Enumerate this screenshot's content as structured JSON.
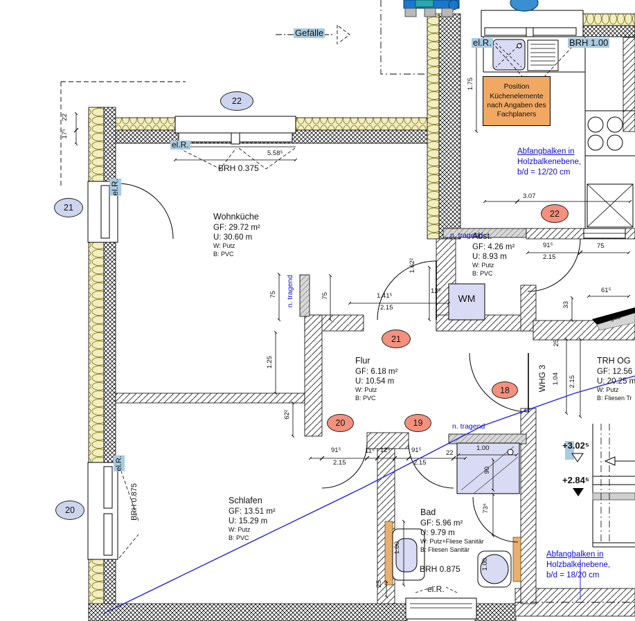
{
  "rooms": {
    "wohnkueche": {
      "name": "Wohnküche",
      "gf": "GF: 29.72 m²",
      "u": "U: 30.60 m",
      "w": "W: Putz",
      "b": "B: PVC"
    },
    "abst": {
      "name": "Abst.",
      "gf": "GF: 4.26 m²",
      "u": "U: 8.93 m",
      "w": "W: Putz",
      "b": "B: PVC"
    },
    "flur": {
      "name": "Flur",
      "gf": "GF: 6.18 m²",
      "u": "U: 10.54 m",
      "w": "W: Putz",
      "b": "B: PVC"
    },
    "schlafen": {
      "name": "Schlafen",
      "gf": "GF: 13.51 m²",
      "u": "U: 15.29 m",
      "w": "W: Putz",
      "b": "B: PVC"
    },
    "bad": {
      "name": "Bad",
      "gf": "GF: 5.96 m²",
      "u": "U: 9.79 m",
      "w": "W: Putz+Fliese Sanitär",
      "b": "B: Fliesen Sanitär"
    },
    "trh": {
      "name": "TRH OG",
      "gf": "GF: 12.56",
      "u": "U: 20.25 m",
      "w": "W: Putz",
      "b": "B: Fliesen Tr"
    }
  },
  "labels": {
    "gefaelle": "Gefälle",
    "el_r": "el.R.",
    "brh_100": "BRH 1.00",
    "brh_0375": "BRH 0.375",
    "brh_0875": "BRH 0.875",
    "n_tragend": "n. tragend",
    "wm": "WM",
    "whg3": "WHG 3",
    "steigung": "Steiges",
    "level_upper": "+3.02⁵",
    "level_lower": "+2.84⁵"
  },
  "markers": {
    "blue_top_window": "22",
    "blue_left_upper": "21",
    "blue_left_lower": "20",
    "red_kitchen": "22",
    "red_flur": "21",
    "red_entry": "18",
    "red_schlafen": "20",
    "red_bad": "19"
  },
  "notes": {
    "kitchen": [
      "Position",
      "Küchenelemente",
      "nach Angaben des",
      "Fachplaners"
    ],
    "beam_top": [
      "Abfangbalken in",
      "Holzbalkenebene,",
      "b/d = 12/20 cm"
    ],
    "beam_bottom": [
      "Abfangbalken in",
      "Holzbalkenebene,",
      "b/d = 18/20 cm"
    ]
  },
  "dims": {
    "wall_shell": "22",
    "wall_insulation": "17⁵",
    "window_width": "5.58⁵",
    "kitchen_depth": "3.07",
    "kitchen_side": "1.75",
    "abst_door_w": "91⁵",
    "abst_door_h": "2.15",
    "abst_right": "75",
    "corridor_w": "61⁵",
    "corridor_t": "33",
    "corridor_s": "25",
    "flur_stub_a": "75",
    "flur_stub_b": "75",
    "flur_door_w": "1.41⁵",
    "flur_door_h": "2.15",
    "flur_side": "1.62²",
    "flur_post": "12⁵",
    "wk_wall": "1.25",
    "wk_stub": "62²",
    "schlafen_door_w": "91⁵",
    "schlafen_door_h": "2.15",
    "post_a": "11⁵",
    "post_b": "12⁵",
    "bad_door_w": "91⁵",
    "bad_door_h": "2.15",
    "bad_stub": "22",
    "shower_w": "1.00",
    "shower_d": "90",
    "bad_inner": "73⁶",
    "basin": "1.00",
    "wc": "1.00",
    "basin_off": "25",
    "trh_a": "1.04",
    "trh_b": "2.15"
  },
  "colors": {
    "accent_blue": "#0b0bd0",
    "highlight": "#a9cbe1",
    "marker_red": "#f4917e",
    "marker_blue": "#cdd4ee",
    "fixture": "#d9daf3",
    "note_orange": "#f0a862"
  }
}
